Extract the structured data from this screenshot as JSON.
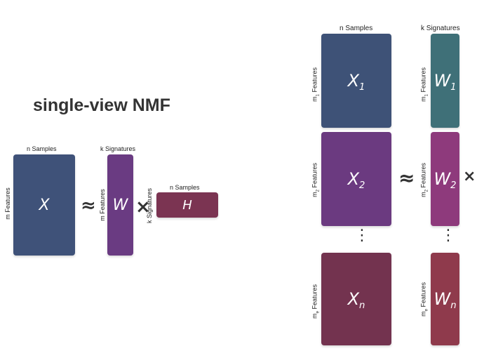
{
  "left": {
    "title": "single-view NMF",
    "x_matrix": {
      "symbol": "X",
      "top_label": "n Samples",
      "side_label": "m Features",
      "color": "#3f5279"
    },
    "approx_symbol": "≈",
    "w_matrix": {
      "symbol": "W",
      "top_label": "k Signatures",
      "side_label": "m Features",
      "color": "#6a3b82"
    },
    "times_symbol": "×",
    "h_matrix": {
      "symbol": "H",
      "top_label": "n Samples",
      "side_label": "k Signatures",
      "color": "#7b3452"
    }
  },
  "right": {
    "top_label_x": "n Samples",
    "top_label_w": "k Signatures",
    "approx_symbol": "≈",
    "times_symbol": "×",
    "dots": "⋮",
    "x_matrices": [
      {
        "symbol": "X",
        "sub": "1",
        "side_label": "m",
        "side_sub": "1",
        "side_suffix": " Features",
        "color": "#3e5277"
      },
      {
        "symbol": "X",
        "sub": "2",
        "side_label": "m",
        "side_sub": "2",
        "side_suffix": " Features",
        "color": "#6b3a80"
      },
      {
        "symbol": "X",
        "sub": "n",
        "side_label": "m",
        "side_sub": "e",
        "side_suffix": " Features",
        "color": "#73334f"
      }
    ],
    "w_matrices": [
      {
        "symbol": "W",
        "sub": "1",
        "side_label": "m",
        "side_sub": "1",
        "side_suffix": " Features",
        "color": "#3f7078"
      },
      {
        "symbol": "W",
        "sub": "2",
        "side_label": "m",
        "side_sub": "2",
        "side_suffix": " Features",
        "color": "#8e3a7c"
      },
      {
        "symbol": "W",
        "sub": "n",
        "side_label": "m",
        "side_sub": "e",
        "side_suffix": " Features",
        "color": "#8f3a4c"
      }
    ]
  }
}
